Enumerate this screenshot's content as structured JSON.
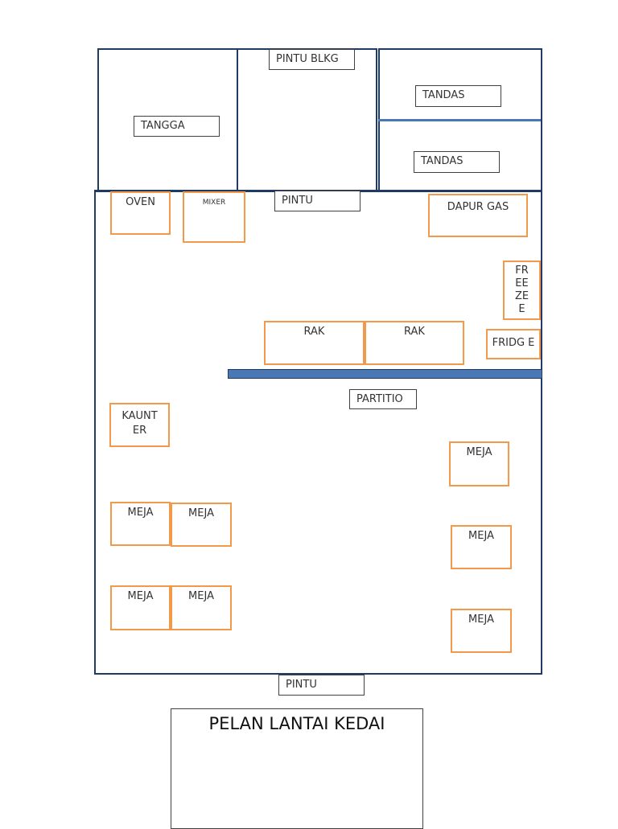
{
  "colors": {
    "wall": "#1f3b63",
    "divider": "#4a78b5",
    "furniture_border": "#f29a4a"
  },
  "labels": {
    "pintu_blkg": "PINTU BLKG",
    "tangga": "TANGGA",
    "tandas_1": "TANDAS",
    "tandas_2": "TANDAS",
    "pintu_dalam": "PINTU",
    "partitio": "PARTITIO",
    "pintu_depan": "PINTU"
  },
  "furniture": {
    "oven": "OVEN",
    "mixer": "MIXER",
    "dapur_gas": "DAPUR GAS",
    "freezer": "FR EE ZE E",
    "rak_1": "RAK",
    "rak_2": "RAK",
    "fridge": "FRIDG E",
    "kaunter": "KAUNT ER",
    "meja_right_1": "MEJA",
    "meja_left_1": "MEJA",
    "meja_left_2": "MEJA",
    "meja_right_2": "MEJA",
    "meja_left_3": "MEJA",
    "meja_left_4": "MEJA",
    "meja_right_3": "MEJA"
  },
  "title": "PELAN LANTAI KEDAI"
}
